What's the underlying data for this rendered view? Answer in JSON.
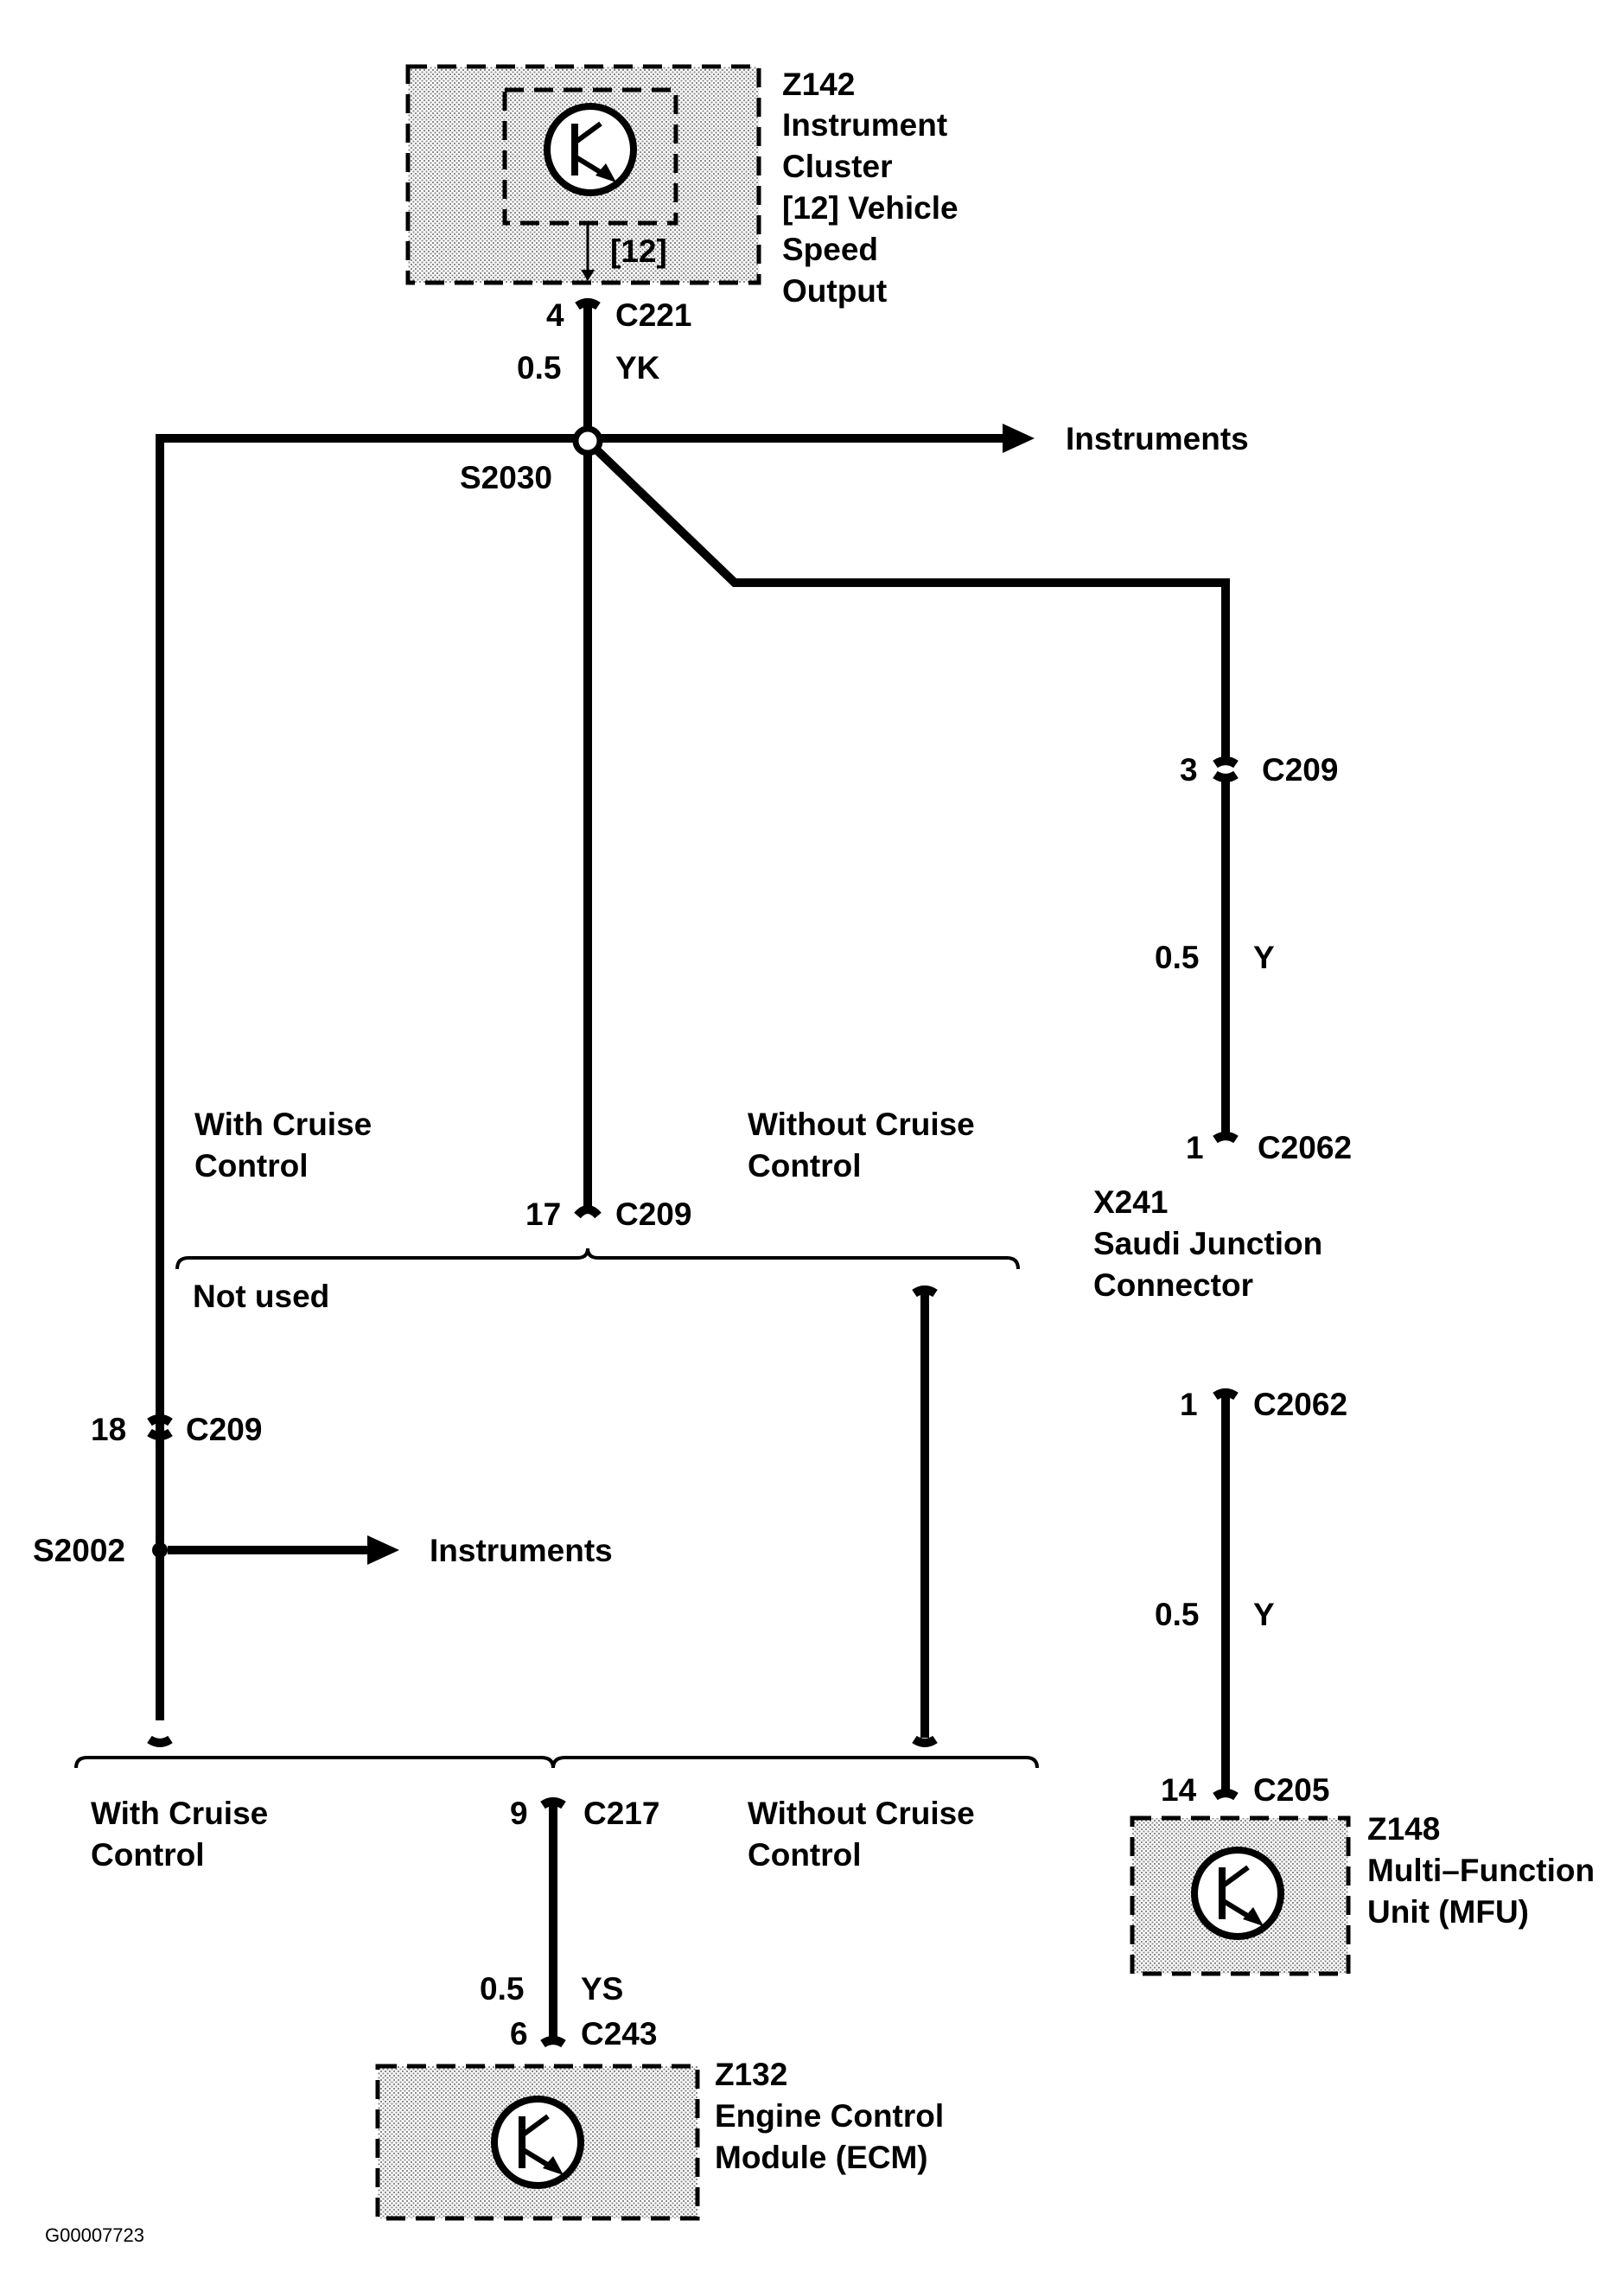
{
  "components": {
    "z142": {
      "id": "Z142",
      "name_line1": "Instrument",
      "name_line2": "Cluster",
      "name_line3": "[12] Vehicle",
      "name_line4": "Speed",
      "name_line5": "Output",
      "pin_tag": "[12]"
    },
    "z132": {
      "id": "Z132",
      "name_line1": "Engine Control",
      "name_line2": "Module (ECM)"
    },
    "z148": {
      "id": "Z148",
      "name_line1": "Multi–Function",
      "name_line2": "Unit (MFU)"
    },
    "x241": {
      "id": "X241",
      "name_line1": "Saudi Junction",
      "name_line2": "Connector"
    }
  },
  "connectors": {
    "c221": {
      "pin": "4",
      "name": "C221"
    },
    "c209_3": {
      "pin": "3",
      "name": "C209"
    },
    "c2062_a": {
      "pin": "1",
      "name": "C2062"
    },
    "c209_17": {
      "pin": "17",
      "name": "C209"
    },
    "c2062_b": {
      "pin": "1",
      "name": "C2062"
    },
    "c209_18": {
      "pin": "18",
      "name": "C209"
    },
    "c205": {
      "pin": "14",
      "name": "C205"
    },
    "c217": {
      "pin": "9",
      "name": "C217"
    },
    "c243": {
      "pin": "6",
      "name": "C243"
    }
  },
  "wires": {
    "main": {
      "size": "0.5",
      "color": "YK"
    },
    "saudi": {
      "size": "0.5",
      "color": "Y"
    },
    "mfu": {
      "size": "0.5",
      "color": "Y"
    },
    "ecm": {
      "size": "0.5",
      "color": "YS"
    }
  },
  "splices": {
    "s2030": "S2030",
    "s2002": "S2002"
  },
  "destinations": {
    "top": "Instruments",
    "mid": "Instruments"
  },
  "options": {
    "upper_with_line1": "With Cruise",
    "upper_with_line2": "Control",
    "upper_without_line1": "Without Cruise",
    "upper_without_line2": "Control",
    "not_used": "Not used",
    "lower_with_line1": "With Cruise",
    "lower_with_line2": "Control",
    "lower_without_line1": "Without Cruise",
    "lower_without_line2": "Control"
  },
  "figure_id": "G00007723"
}
